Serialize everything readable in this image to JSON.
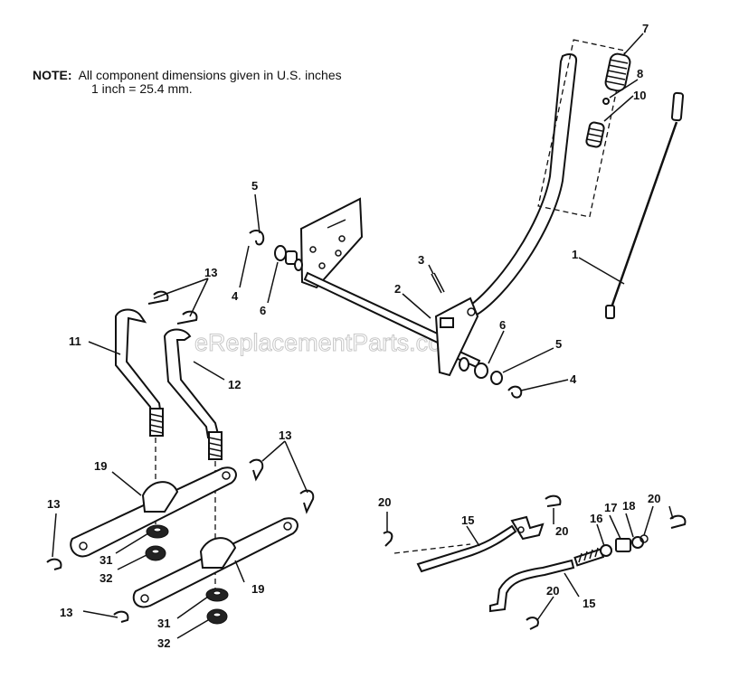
{
  "note": {
    "label": "NOTE:",
    "line1": "All component dimensions given in U.S. inches",
    "line2": "1 inch = 25.4 mm."
  },
  "watermark": "eReplacementParts.com",
  "callouts": {
    "c1": "1",
    "c2": "2",
    "c3": "3",
    "c4a": "4",
    "c4b": "4",
    "c5a": "5",
    "c5b": "5",
    "c6a": "6",
    "c6b": "6",
    "c7": "7",
    "c8": "8",
    "c10": "10",
    "c11": "11",
    "c12": "12",
    "c13a": "13",
    "c13b": "13",
    "c13c": "13",
    "c13d": "13",
    "c15a": "15",
    "c15b": "15",
    "c16": "16",
    "c17": "17",
    "c18": "18",
    "c19a": "19",
    "c19b": "19",
    "c20a": "20",
    "c20b": "20",
    "c20c": "20",
    "c20d": "20",
    "c31a": "31",
    "c31b": "31",
    "c32a": "32",
    "c32b": "32"
  },
  "colors": {
    "line": "#111111",
    "watermark": "#c8c8c8",
    "background": "#ffffff"
  }
}
